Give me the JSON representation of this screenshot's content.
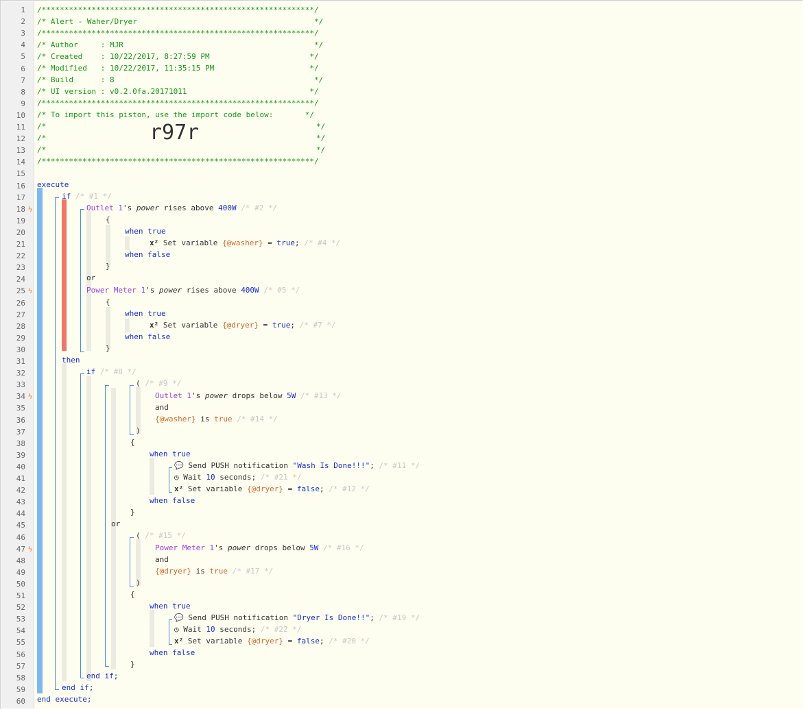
{
  "header": {
    "border": "/************************************************************/",
    "title": "/* Alert - Waher/Dryer                                       */",
    "author": "/* Author     : MJR                                          */",
    "created": "/* Created    : 10/22/2017, 8:27:59 PM                      */",
    "modified": "/* Modified   : 10/22/2017, 11:35:15 PM                     */",
    "build": "/* Build      : 8                                            */",
    "ui_version": "/* UI version : v0.2.0fa.20171011                           */",
    "import_hint": "/* To import this piston, use the import code below:       */",
    "blank_left": "/*",
    "blank_right": "*/",
    "import_code": "r97r"
  },
  "kw": {
    "execute": "execute",
    "if": "if",
    "then": "then",
    "or": "or",
    "and": "and",
    "when_true": "when true",
    "when_false": "when false",
    "end_if": "end if;",
    "end_execute": "end execute;",
    "brace_open": "{",
    "brace_close": "}",
    "paren_open": "(",
    "paren_close": ")"
  },
  "comments": {
    "c1": "/* #1 */",
    "c2": "/* #2 */",
    "c4": "/* #4 */",
    "c5": "/* #5 */",
    "c7": "/* #7 */",
    "c8": "/* #8 */",
    "c9": "/* #9 */",
    "c13": "/* #13 */",
    "c14": "/* #14 */",
    "c11": "/* #11 */",
    "c21": "/* #21 */",
    "c12": "/* #12 */",
    "c15": "/* #15 */",
    "c16": "/* #16 */",
    "c17": "/* #17 */",
    "c19": "/* #19 */",
    "c22": "/* #22 */",
    "c20": "/* #20 */"
  },
  "devices": {
    "outlet": "Outlet 1",
    "meter": "Power Meter 1"
  },
  "vars": {
    "washer": "{@washer}",
    "dryer": "{@dryer}"
  },
  "values": {
    "w400": "400W",
    "w5": "5W",
    "true": "true",
    "false": "false",
    "ten": "10"
  },
  "text": {
    "poss_power": "'s ",
    "power": "power",
    "rises_above": " rises above ",
    "drops_below": " drops below ",
    "is": " is ",
    "set_variable": "Set variable ",
    "eq": " = ",
    "semi": ";",
    "send_push": "Send PUSH notification ",
    "wait": "Wait ",
    "seconds": " seconds;",
    "x2": "x²",
    "msg_wash": "\"Wash Is Done!!!\"",
    "msg_dryer": "\"Dryer Is Done!!\""
  },
  "line_numbers": [
    "1",
    "2",
    "3",
    "4",
    "5",
    "6",
    "7",
    "8",
    "9",
    "10",
    "11",
    "12",
    "13",
    "14",
    "15",
    "16",
    "17",
    "18",
    "19",
    "20",
    "21",
    "22",
    "23",
    "24",
    "25",
    "26",
    "27",
    "28",
    "29",
    "30",
    "31",
    "32",
    "33",
    "34",
    "35",
    "36",
    "37",
    "38",
    "39",
    "40",
    "41",
    "42",
    "43",
    "44",
    "45",
    "46",
    "47",
    "48",
    "49",
    "50",
    "51",
    "52",
    "53",
    "54",
    "55",
    "56",
    "57",
    "58",
    "59",
    "60"
  ],
  "trigger_lines": [
    18,
    25,
    34,
    47
  ],
  "colors": {
    "outer_bar": "#7fb8ee",
    "trigger_bar": "#f0766a",
    "block_bar": "#ebebe2",
    "accent": "#4a8dd6"
  }
}
